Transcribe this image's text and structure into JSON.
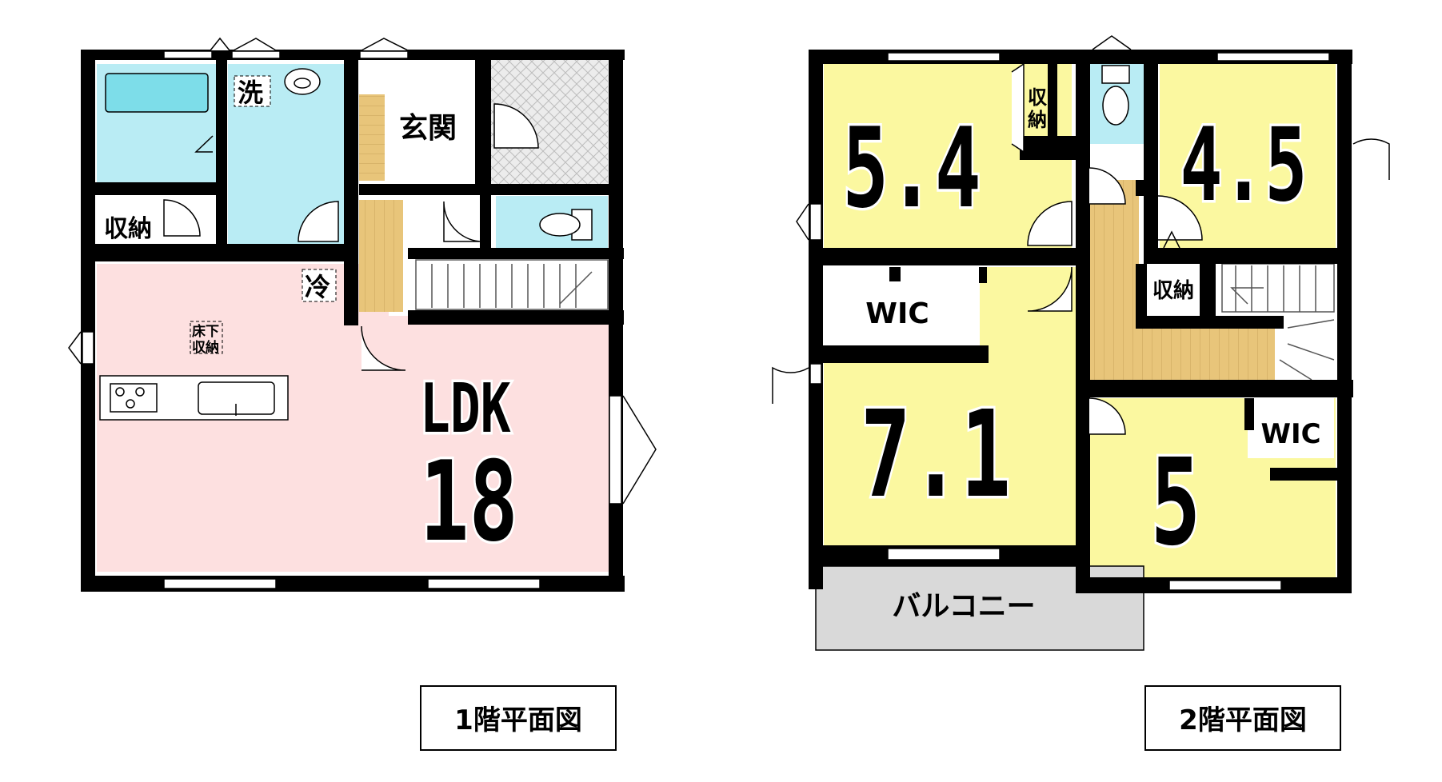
{
  "floor1": {
    "caption": "1階平面図",
    "rooms": {
      "ldk_label": "LDK",
      "ldk_size": "18",
      "entrance": "玄関",
      "storage": "収納",
      "wash": "洗",
      "fridge": "冷",
      "underfloor_line1": "床下",
      "underfloor_line2": "収納"
    }
  },
  "floor2": {
    "caption": "2階平面図",
    "rooms": {
      "room_a": "5.4",
      "room_b": "4.5",
      "room_c": "7.1",
      "room_d": "5",
      "wic_a": "WIC",
      "wic_b": "WIC",
      "storage_a_line1": "収",
      "storage_a_line2": "納",
      "storage_b": "収納",
      "balcony": "バルコニー"
    }
  },
  "colors": {
    "ldk": "#fde0e0",
    "wet": "#b9ecf4",
    "room": "#fbf8a0",
    "stair_wood": "#e8c57a",
    "balcony": "#d9d9d9",
    "wall": "#000000"
  }
}
